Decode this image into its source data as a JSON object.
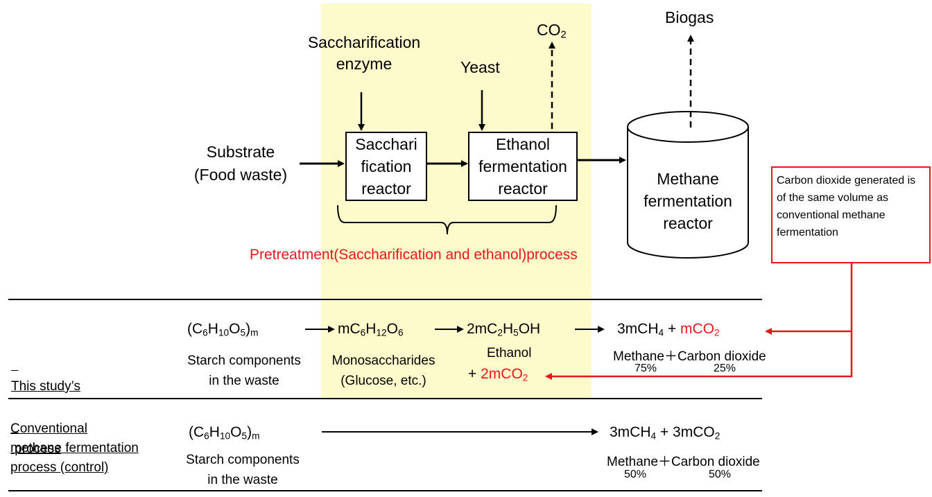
{
  "diagram": {
    "inputs": {
      "enzyme_line1": "Saccharification",
      "enzyme_line2": "enzyme",
      "yeast": "Yeast",
      "co2": "CO",
      "co2_sub": "2",
      "biogas": "Biogas",
      "substrate_line1": "Substrate",
      "substrate_line2": "(Food waste)"
    },
    "reactors": {
      "saccharification_line1": "Sacchari",
      "saccharification_line2": "fication",
      "saccharification_line3": "reactor",
      "ethanol_line1": "Ethanol",
      "ethanol_line2": "fermentation",
      "ethanol_line3": "reactor",
      "methane_line1": "Methane",
      "methane_line2": "fermentation",
      "methane_line3": "reactor"
    },
    "pretreatment_label": "Pretreatment(Saccharification and ethanol)process",
    "note": "Carbon dioxide generated is of the same volume as conventional methane fermentation",
    "colors": {
      "highlight": "#fdfbcb",
      "accent": "#e8161b"
    }
  },
  "this_study": {
    "label_line1": "This study’s",
    "label_line2": " process",
    "starch_formula": {
      "a": "(C",
      "b": "6",
      "c": "H",
      "d": "10",
      "e": "O",
      "f": "5",
      "g": ")",
      "h": "m"
    },
    "starch_line1": "Starch components",
    "starch_line2": "in the waste",
    "mono_formula": {
      "a": "mC",
      "b": "6",
      "c": "H",
      "d": "12",
      "e": "O",
      "f": "6"
    },
    "mono_line1": "Monosaccharides",
    "mono_line2": "(Glucose, etc.)",
    "ethanol_formula": {
      "a": "2mC",
      "b": "2",
      "c": "H",
      "d": "5",
      "e": "OH"
    },
    "ethanol_name": "Ethanol",
    "ethanol_co2_plus": "+ ",
    "ethanol_co2": "2mCO",
    "ethanol_co2_sub": "2",
    "product_formula": {
      "a": "3mCH",
      "b": "4",
      "plus": " + ",
      "c": "mCO",
      "d": "2"
    },
    "product_names": "Methane＋Carbon dioxide",
    "methane_pct": "75%",
    "co2_pct": "25%"
  },
  "conventional": {
    "label_line1": "Conventional",
    "label_line2": "methane fermentation",
    "label_line3": "process (control)",
    "starch_formula": {
      "a": "(C",
      "b": "6",
      "c": "H",
      "d": "10",
      "e": "O",
      "f": "5",
      "g": ")",
      "h": "m"
    },
    "starch_line1": "Starch components",
    "starch_line2": "in the waste",
    "product_formula": {
      "a": "3mCH",
      "b": "4",
      "plus": " + 3mCO",
      "c": "2"
    },
    "product_names": "Methane＋Carbon dioxide",
    "methane_pct": "50%",
    "co2_pct": "50%"
  }
}
